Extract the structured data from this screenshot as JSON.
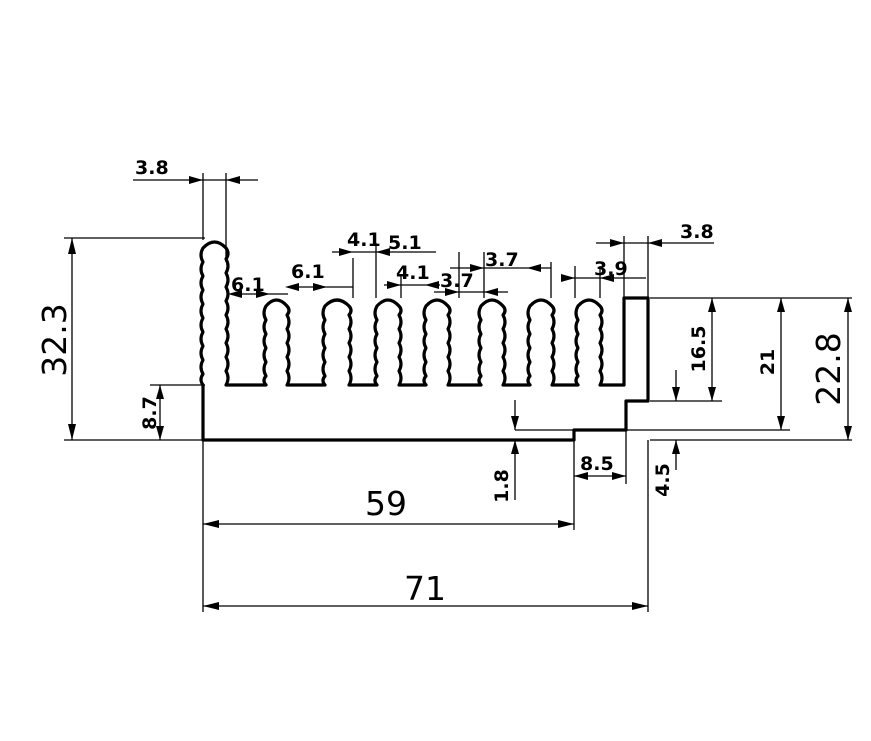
{
  "drawing": {
    "stroke_color": "#000000",
    "background": "#ffffff"
  },
  "dimensions": {
    "total_height": "32.3",
    "base_thickness": "8.7",
    "first_fin_width": "3.8",
    "last_fin_width": "3.8",
    "gap_a": "6.1",
    "gap_b": "6.1",
    "fin_a": "4.1",
    "gap_c": "5.1",
    "fin_b": "4.1",
    "fin_c": "3.7",
    "fin_d": "3.7",
    "fin_e": "3.9",
    "step_height_a": "16.5",
    "step_height_b": "21",
    "step_height_c": "22.8",
    "step_small": "1.8",
    "step_width": "8.5",
    "step_offset": "4.5",
    "width_59": "59",
    "width_71": "71"
  }
}
